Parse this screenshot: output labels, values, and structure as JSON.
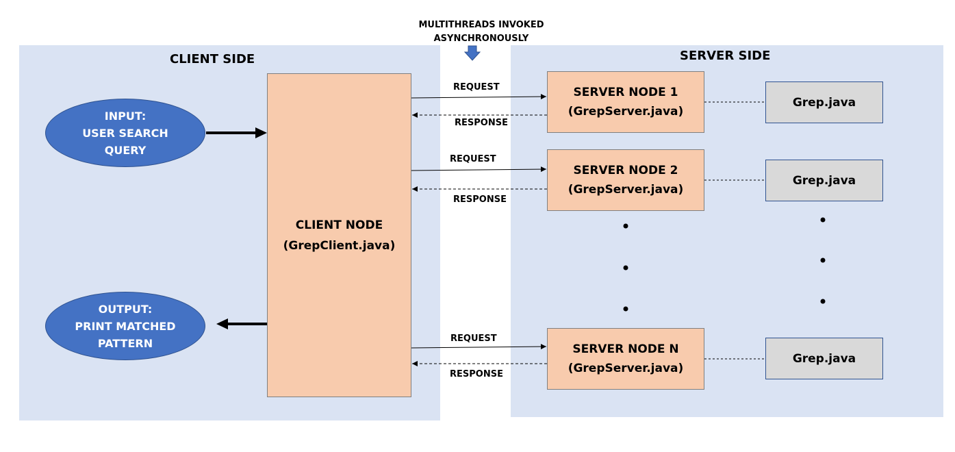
{
  "title": "",
  "async_note": "MULTITHREADS INVOKED ASYNCHRONOUSLY",
  "client_side": {
    "title": "CLIENT SIDE",
    "input": [
      "INPUT:",
      "USER SEARCH",
      "QUERY"
    ],
    "output": [
      "OUTPUT:",
      "PRINT MATCHED",
      "PATTERN"
    ],
    "client_node": [
      "CLIENT NODE",
      "(GrepClient.java)"
    ]
  },
  "server_side": {
    "title": "SERVER SIDE",
    "nodes": [
      {
        "name": "SERVER NODE 1",
        "file": "(GrepServer.java)",
        "grep": "Grep.java"
      },
      {
        "name": "SERVER NODE 2",
        "file": "(GrepServer.java)",
        "grep": "Grep.java"
      },
      {
        "name": "SERVER NODE N",
        "file": "(GrepServer.java)",
        "grep": "Grep.java"
      }
    ]
  },
  "links": {
    "request": "REQUEST",
    "response": "RESPONSE"
  },
  "colors": {
    "panel": "#dae3f3",
    "ellipse_fill": "#4472c4",
    "node_fill": "#f8cbad",
    "grep_fill": "#d9d9d9",
    "async_arrow": "#4472c4"
  }
}
